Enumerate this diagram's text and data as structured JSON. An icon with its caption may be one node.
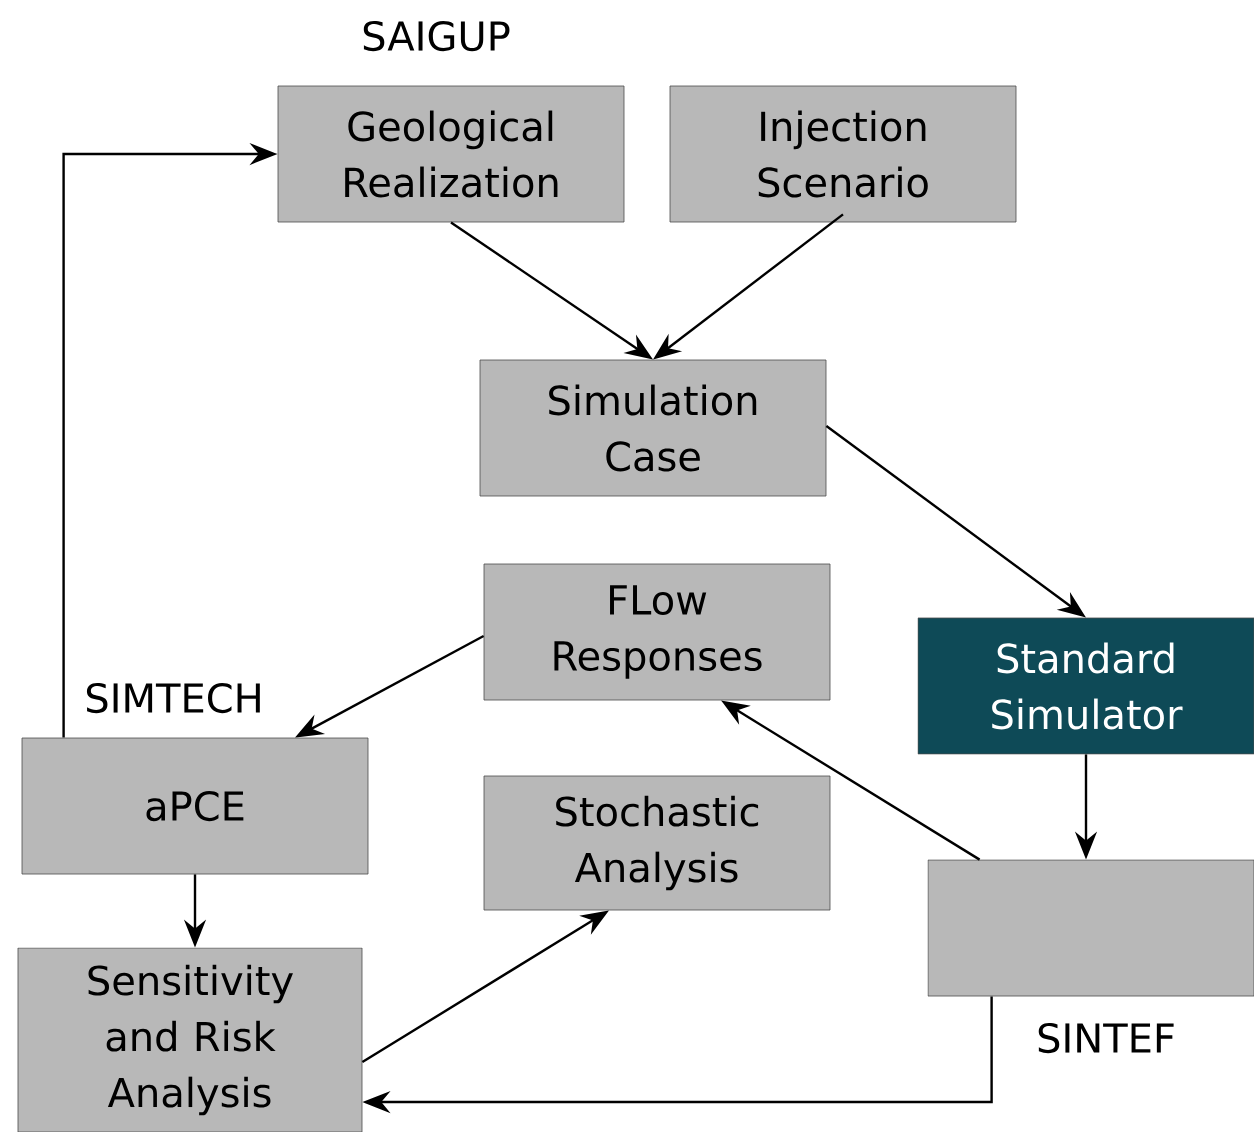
{
  "diagram": {
    "nodes": [
      {
        "text": [
          "Geological Realization"
        ]
      },
      {
        "text": [
          "Injection Scenario"
        ]
      },
      {
        "text": [
          "Simulation Case"
        ]
      },
      {
        "text": [
          "FLow Responses"
        ]
      },
      {
        "text": [
          "Standard Simulator"
        ]
      },
      {
        "text": [
          "aPCE"
        ]
      },
      {
        "text": [
          "Stochastic Analysis"
        ]
      },
      {
        "text": [],
        "shape": "box"
      },
      {
        "text": [
          "Sensitivity and Risk Analysis"
        ]
      }
    ],
    "edges": [
      {
        "from": 0,
        "to": 2,
        "arrow": "to"
      },
      {
        "from": 1,
        "to": 2,
        "arrow": "to"
      },
      {
        "from": 2,
        "to": 4,
        "arrow": "to"
      },
      {
        "from": 4,
        "to": 7,
        "arrow": "to"
      },
      {
        "from": 7,
        "to": 3,
        "arrow": "to"
      },
      {
        "from": 3,
        "to": 5,
        "arrow": "to"
      },
      {
        "from": 5,
        "to": 8,
        "arrow": "to"
      },
      {
        "from": 8,
        "to": 6,
        "arrow": "to"
      },
      {
        "from": 7,
        "to": 8,
        "arrow": "to"
      },
      {
        "from": 5,
        "to": 0,
        "arrow": "to"
      }
    ],
    "labels": [
      "SAIGUP",
      "SIMTECH",
      "SINTEF"
    ]
  }
}
